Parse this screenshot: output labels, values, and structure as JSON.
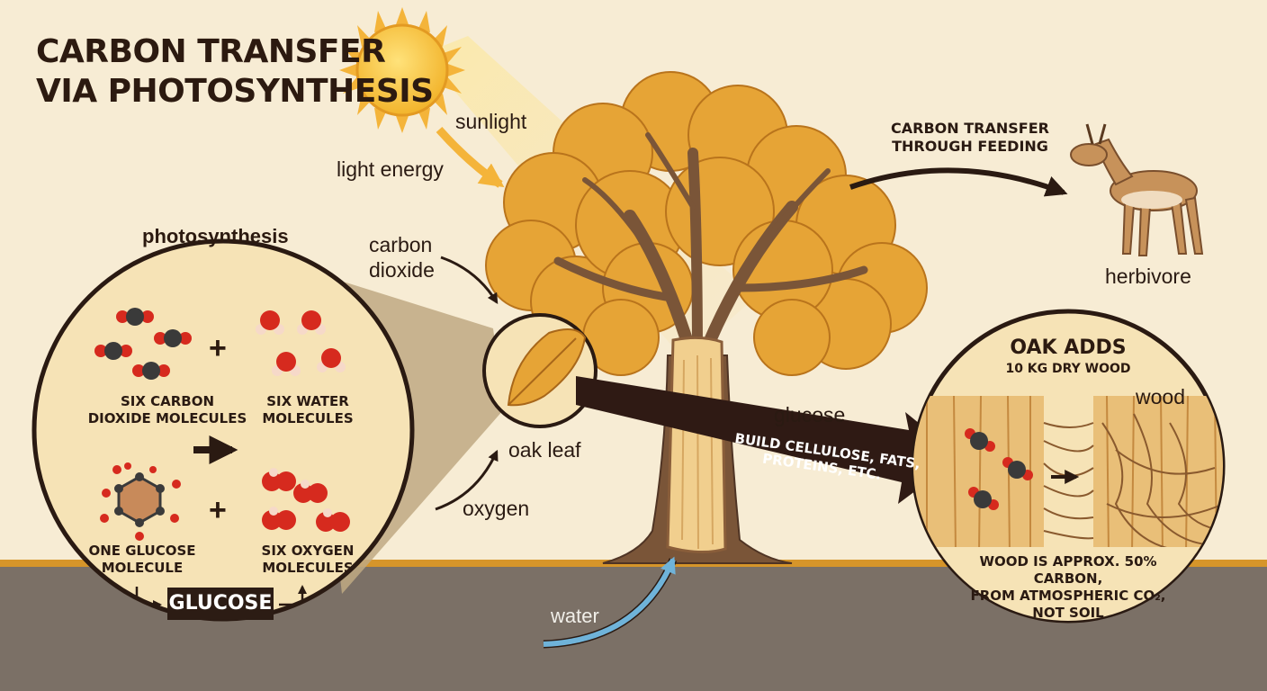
{
  "title": {
    "line1": "CARBON TRANSFER",
    "line2": "VIA PHOTOSYNTHESIS"
  },
  "labels": {
    "sunlight": "sunlight",
    "light_energy": "light energy",
    "carbon_dioxide": [
      "carbon",
      "dioxide"
    ],
    "oak_leaf": "oak leaf",
    "oxygen": "oxygen",
    "water": "water",
    "glucose": "glucose",
    "herbivore": "herbivore",
    "feeding": [
      "CARBON TRANSFER",
      "THROUGH FEEDING"
    ],
    "build": [
      "BUILD CELLULOSE, FATS,",
      "PROTEINS, ETC."
    ]
  },
  "photosynthesis": {
    "heading": "photosynthesis",
    "co2": [
      "SIX CARBON",
      "DIOXIDE MOLECULES"
    ],
    "water": [
      "SIX WATER",
      "MOLECULES"
    ],
    "glucose": [
      "ONE GLUCOSE",
      "MOLECULE"
    ],
    "oxygen": [
      "SIX OXYGEN",
      "MOLECULES"
    ],
    "plus": "+",
    "box": "GLUCOSE"
  },
  "wood_panel": {
    "heading": "OAK ADDS",
    "sub": "10 KG DRY WOOD",
    "wood": "wood",
    "note": [
      "WOOD IS APPROX. 50%",
      "CARBON,",
      "FROM ATMOSPHERIC CO₂,",
      "NOT SOIL"
    ]
  },
  "colors": {
    "background": "#f7ecd4",
    "ground": "#7b7066",
    "ground_line": "#d6952a",
    "leaf": "#e6a436",
    "trunk": "#7a5538",
    "arrow_dark": "#2f1a14",
    "water_arrow": "#6fb3d9",
    "oxygen_atom": "#d62a1e",
    "carbon_atom": "#3a3a3a"
  }
}
